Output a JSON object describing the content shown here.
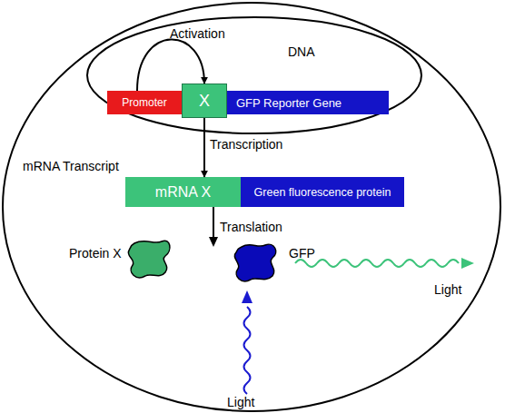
{
  "diagram": {
    "nodes": [
      {
        "text": [
          "DNA"
        ]
      },
      {
        "text": [
          "Promoter"
        ],
        "in": 0
      },
      {
        "text": [
          "X"
        ],
        "in": 0
      },
      {
        "text": [
          "GFP Reporter Gene"
        ],
        "in": 0
      },
      {
        "text": [
          "mRNA X"
        ]
      },
      {
        "text": [
          "Green fluorescence protein"
        ]
      }
    ],
    "edges": [
      {
        "from": 1,
        "to": 2,
        "arrow": "to",
        "label": "Activation"
      },
      {
        "from": 2,
        "to": 4,
        "arrow": "to",
        "label": "Transcription"
      }
    ],
    "labels": [
      "mRNA Transcript",
      "Translation",
      "Protein X",
      "GFP",
      "Light",
      "Light"
    ]
  }
}
